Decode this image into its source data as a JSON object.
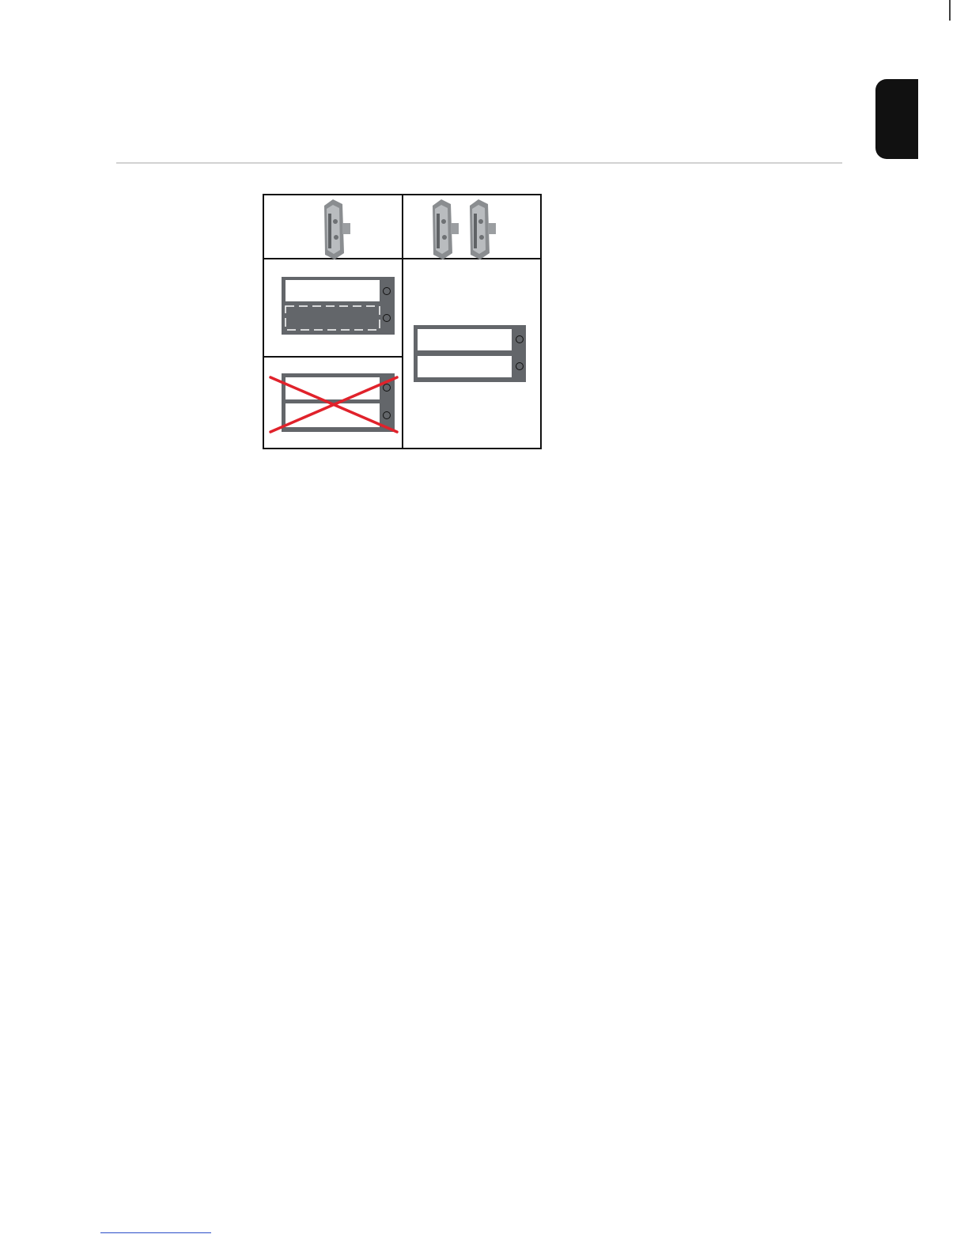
{
  "page": {
    "lang_tab_icon": "language-tab-marker",
    "figure": {
      "description_icons": [
        "option-card-icon",
        "option-card-icon",
        "option-card-icon"
      ],
      "cells": [
        "single-card-cover",
        "single-card-invalid-cover",
        "double-card-cover"
      ]
    }
  },
  "colors": {
    "panel_gray": "#63666a",
    "cross_red": "#e0222b",
    "border": "#111111"
  }
}
